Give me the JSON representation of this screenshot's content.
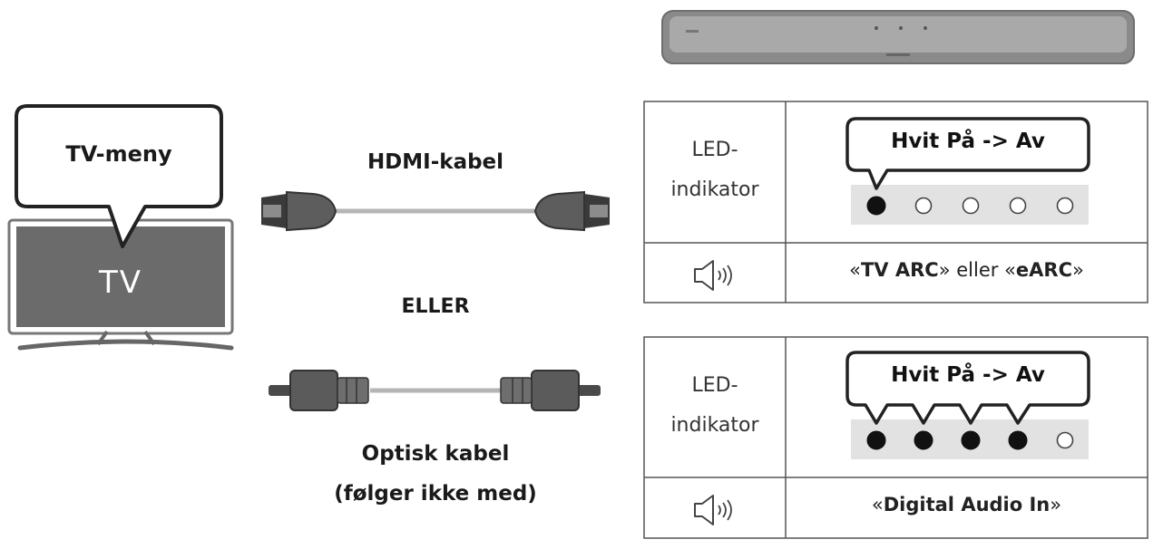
{
  "tv": {
    "menu_label": "TV-meny",
    "screen_label": "TV"
  },
  "cables": {
    "hdmi_label": "HDMI-kabel",
    "or_label": "ELLER",
    "optical_label_line1": "Optisk kabel",
    "optical_label_line2": "(følger ikke med)"
  },
  "panels": [
    {
      "led_label_line1": "LED-",
      "led_label_line2": "indikator",
      "bubble_text": "Hvit På -> Av",
      "leds": [
        true,
        false,
        false,
        false,
        false
      ],
      "mode_prefix": "«",
      "mode_name_1": "TV ARC",
      "mode_mid": "» eller «",
      "mode_name_2": "eARC",
      "mode_suffix": "»"
    },
    {
      "led_label_line1": "LED-",
      "led_label_line2": "indikator",
      "bubble_text": "Hvit På -> Av",
      "leds": [
        true,
        true,
        true,
        true,
        false
      ],
      "mode_prefix": "«",
      "mode_name_1": "Digital Audio In",
      "mode_suffix": "»"
    }
  ],
  "icons": [
    "speaker-icon"
  ]
}
